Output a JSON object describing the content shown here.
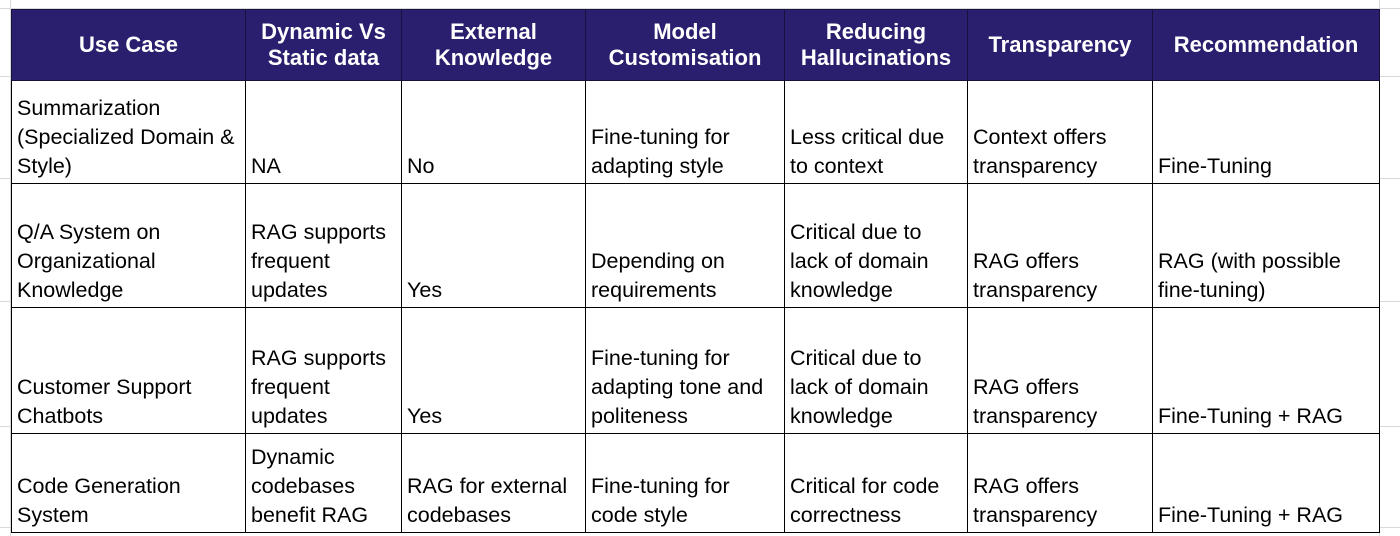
{
  "table": {
    "name": "RAG vs Fine-Tuning use case comparison matrix",
    "header_bg": "#2a1f6e",
    "header_text_color": "#ffffff",
    "border_color": "#000000",
    "columns": [
      "Use Case",
      "Dynamic Vs Static data",
      "External Knowledge",
      "Model Customisation",
      "Reducing Hallucinations",
      "Transparency",
      "Recommendation"
    ],
    "rows": [
      {
        "use_case": "Summarization (Specialized Domain & Style)",
        "dynamic_vs_static": "NA",
        "external_knowledge": "No",
        "model_customisation": "Fine-tuning for adapting style",
        "reducing_hallucinations": "Less critical due to context",
        "transparency": "Context offers transparency",
        "recommendation": "Fine-Tuning"
      },
      {
        "use_case": "Q/A System on Organizational Knowledge",
        "dynamic_vs_static": "RAG supports frequent updates",
        "external_knowledge": "Yes",
        "model_customisation": "Depending on requirements",
        "reducing_hallucinations": "Critical due to lack of domain knowledge",
        "transparency": "RAG offers transparency",
        "recommendation": "RAG (with possible fine-tuning)"
      },
      {
        "use_case": "Customer Support Chatbots",
        "dynamic_vs_static": "RAG supports frequent updates",
        "external_knowledge": "Yes",
        "model_customisation": "Fine-tuning for adapting tone and politeness",
        "reducing_hallucinations": "Critical due to lack of domain knowledge",
        "transparency": "RAG offers transparency",
        "recommendation": "Fine-Tuning + RAG"
      },
      {
        "use_case": "Code Generation System",
        "dynamic_vs_static": "Dynamic codebases benefit RAG",
        "external_knowledge": "RAG for external codebases",
        "model_customisation": "Fine-tuning for code style",
        "reducing_hallucinations": "Critical for code correctness",
        "transparency": "RAG offers transparency",
        "recommendation": "Fine-Tuning + RAG"
      }
    ]
  }
}
